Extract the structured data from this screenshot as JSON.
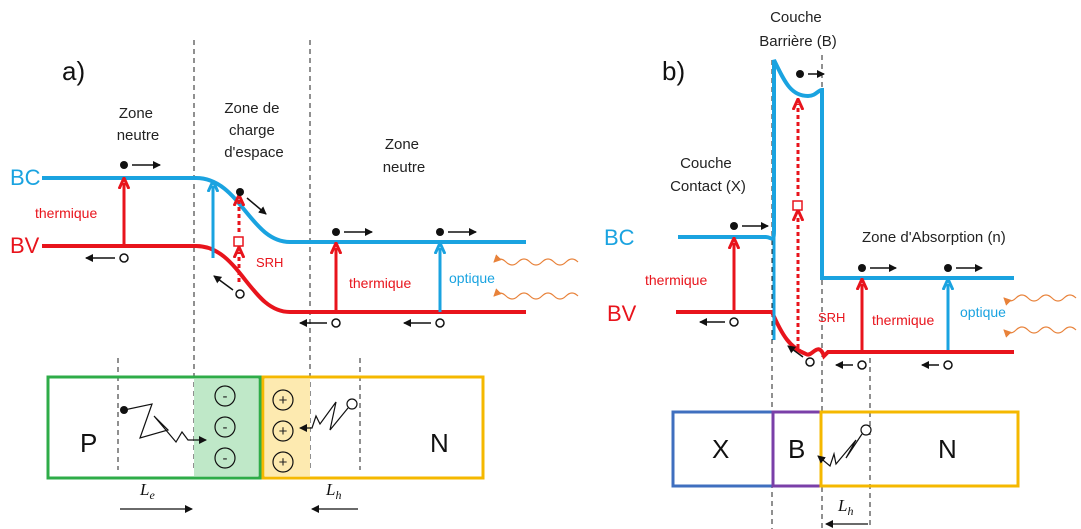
{
  "colors": {
    "bc": "#1aa3e0",
    "bv": "#e8141c",
    "p_box": "#2eac48",
    "n_box": "#f5b800",
    "x_box": "#3f6fbf",
    "b_box": "#7a3fa8",
    "photon": "#e8823a"
  },
  "panel_a": {
    "label": "a)",
    "zone_neutre_left": [
      "Zone",
      "neutre"
    ],
    "zce": [
      "Zone de",
      "charge",
      "d'espace"
    ],
    "zone_neutre_right": [
      "Zone",
      "neutre"
    ],
    "bc": "BC",
    "bv": "BV",
    "thermique_left": "thermique",
    "srh": "SRH",
    "thermique_right": "thermique",
    "optique": "optique",
    "p": "P",
    "n": "N",
    "minus": "-",
    "plus": "+",
    "le_main": "L",
    "le_sub": "e",
    "lh_main": "L",
    "lh_sub": "h"
  },
  "panel_b": {
    "label": "b)",
    "barrier": [
      "Couche",
      "Barrière (B)"
    ],
    "contact": [
      "Couche",
      "Contact (X)"
    ],
    "absorption": "Zone d'Absorption (n)",
    "bc": "BC",
    "bv": "BV",
    "thermique_left": "thermique",
    "srh": "SRH",
    "thermique_right": "thermique",
    "optique": "optique",
    "x": "X",
    "b": "B",
    "n": "N",
    "lh_main": "L",
    "lh_sub": "h"
  }
}
